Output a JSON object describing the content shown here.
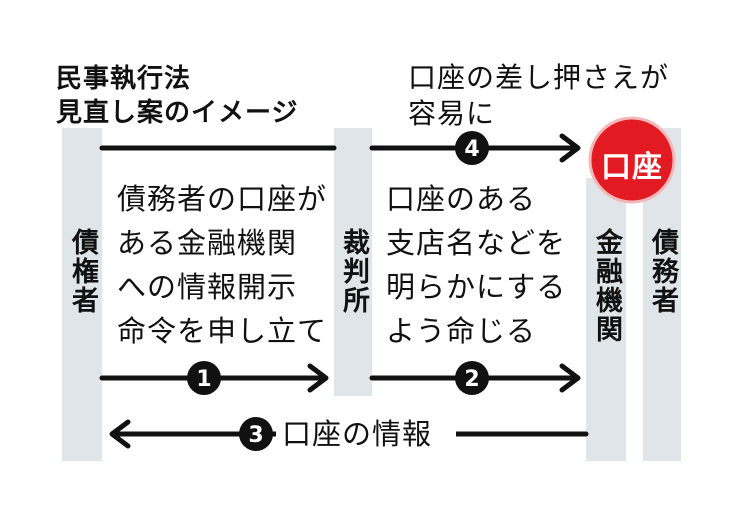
{
  "title": {
    "line1": "民事執行法",
    "line2": "見直し案のイメージ"
  },
  "note": {
    "line1": "口座の差し押さえが",
    "line2": "容易に"
  },
  "columns": {
    "creditor": "債権者",
    "court": "裁判所",
    "bank": "金融機関",
    "debtor": "債務者"
  },
  "badge": "口座",
  "desc_left": {
    "line1": "債務者の口座が",
    "line2": "ある金融機関",
    "line3": "への情報開示",
    "line4": "命令を申し立て"
  },
  "desc_right": {
    "line1": "口座のある",
    "line2": "支店名などを",
    "line3": "明らかにする",
    "line4": "よう命じる"
  },
  "steps": {
    "s1": "1",
    "s2": "2",
    "s3": "3",
    "s4": "4",
    "s3_label": "口座の情報"
  },
  "colors": {
    "column_bg": "#dfe5e8",
    "arrow": "#111111",
    "badge_red": "#e21b23"
  }
}
